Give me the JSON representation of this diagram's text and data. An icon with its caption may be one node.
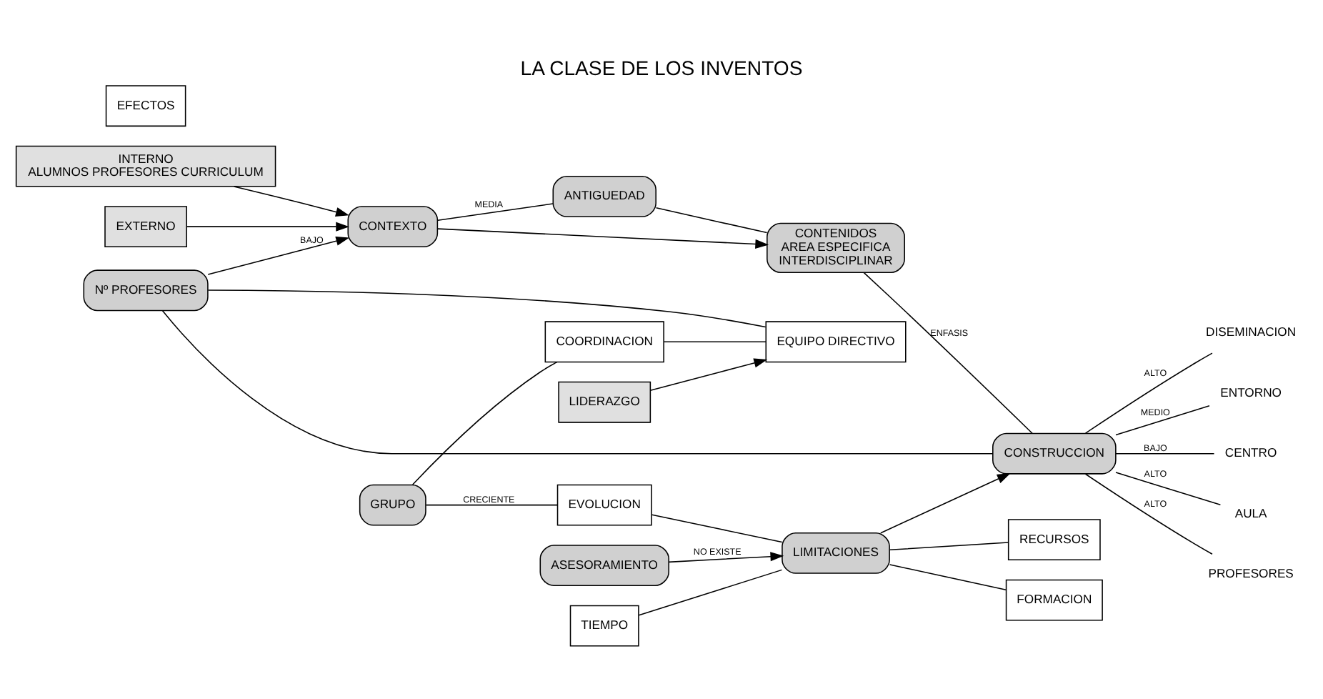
{
  "diagram": {
    "title": "LA CLASE DE LOS INVENTOS",
    "nodes": [
      {
        "text": [
          "EXTERNO"
        ]
      },
      {
        "text": [
          "CONTEXTO"
        ]
      },
      {
        "text": [
          "CONTENIDOS",
          "AREA ESPECIFICA",
          "INTERDISCIPLINAR"
        ]
      },
      {
        "text": [
          "CONSTRUCCION"
        ]
      },
      {
        "text": [
          "EFECTOS"
        ]
      },
      {
        "text": [
          "DISEMINACION"
        ]
      },
      {
        "text": [
          "ENTORNO"
        ]
      },
      {
        "text": [
          "CENTRO"
        ]
      },
      {
        "text": [
          "AULA"
        ]
      },
      {
        "text": [
          "PROFESORES"
        ]
      },
      {
        "text": [
          "INTERNO",
          "ALUMNOS PROFESORES CURRICULUM"
        ]
      },
      {
        "text": [
          "ANTIGUEDAD"
        ]
      },
      {
        "text": [
          "EVOLUCION"
        ]
      },
      {
        "text": [
          "TIEMPO"
        ]
      },
      {
        "text": [
          "GRUPO"
        ]
      },
      {
        "text": [
          "FORMACION"
        ]
      },
      {
        "text": [
          "COORDINACION"
        ]
      },
      {
        "text": [
          "LIMITACIONES"
        ]
      },
      {
        "text": [
          "RECURSOS"
        ]
      },
      {
        "text": [
          "Nº PROFESORES"
        ]
      },
      {
        "text": [
          "EQUIPO DIRECTIVO"
        ]
      },
      {
        "text": [
          "LIDERAZGO"
        ]
      },
      {
        "text": [
          "ASESORAMIENTO"
        ]
      }
    ],
    "edges": [
      {
        "from": 0,
        "to": 1,
        "arrow": "to"
      },
      {
        "from": 10,
        "to": 1,
        "arrow": "to"
      },
      {
        "from": 1,
        "to": 2,
        "arrow": "to"
      },
      {
        "from": 2,
        "to": 3,
        "arrow": "none",
        "label": "ENFASIS"
      },
      {
        "from": 1,
        "to": 11,
        "arrow": "none",
        "label": "MEDIA"
      },
      {
        "from": 3,
        "to": 5,
        "arrow": "none",
        "label": "ALTO"
      },
      {
        "from": 3,
        "to": 6,
        "arrow": "none",
        "label": "MEDIO"
      },
      {
        "from": 3,
        "to": 7,
        "arrow": "none",
        "label": "BAJO"
      },
      {
        "from": 3,
        "to": 8,
        "arrow": "none",
        "label": "ALTO"
      },
      {
        "from": 3,
        "to": 9,
        "arrow": "none",
        "label": "ALTO"
      },
      {
        "from": 11,
        "to": 2,
        "arrow": "none"
      },
      {
        "from": 19,
        "to": 3,
        "arrow": "none"
      },
      {
        "from": 19,
        "to": 1,
        "arrow": "to",
        "label": "BAJO"
      },
      {
        "from": 14,
        "to": 12,
        "arrow": "none",
        "label": "CRECIENTE"
      },
      {
        "from": 12,
        "to": 17,
        "arrow": "none"
      },
      {
        "from": 17,
        "to": 3,
        "arrow": "to"
      },
      {
        "from": 13,
        "to": 17,
        "arrow": "none"
      },
      {
        "from": 17,
        "to": 15,
        "arrow": "none"
      },
      {
        "from": 17,
        "to": 18,
        "arrow": "none"
      },
      {
        "from": 22,
        "to": 17,
        "arrow": "to",
        "label": "NO EXISTE"
      },
      {
        "from": 14,
        "to": 16,
        "arrow": "none"
      },
      {
        "from": 16,
        "to": 20,
        "arrow": "none"
      },
      {
        "from": 19,
        "to": 20,
        "arrow": "none"
      },
      {
        "from": 21,
        "to": 20,
        "arrow": "to"
      }
    ]
  }
}
